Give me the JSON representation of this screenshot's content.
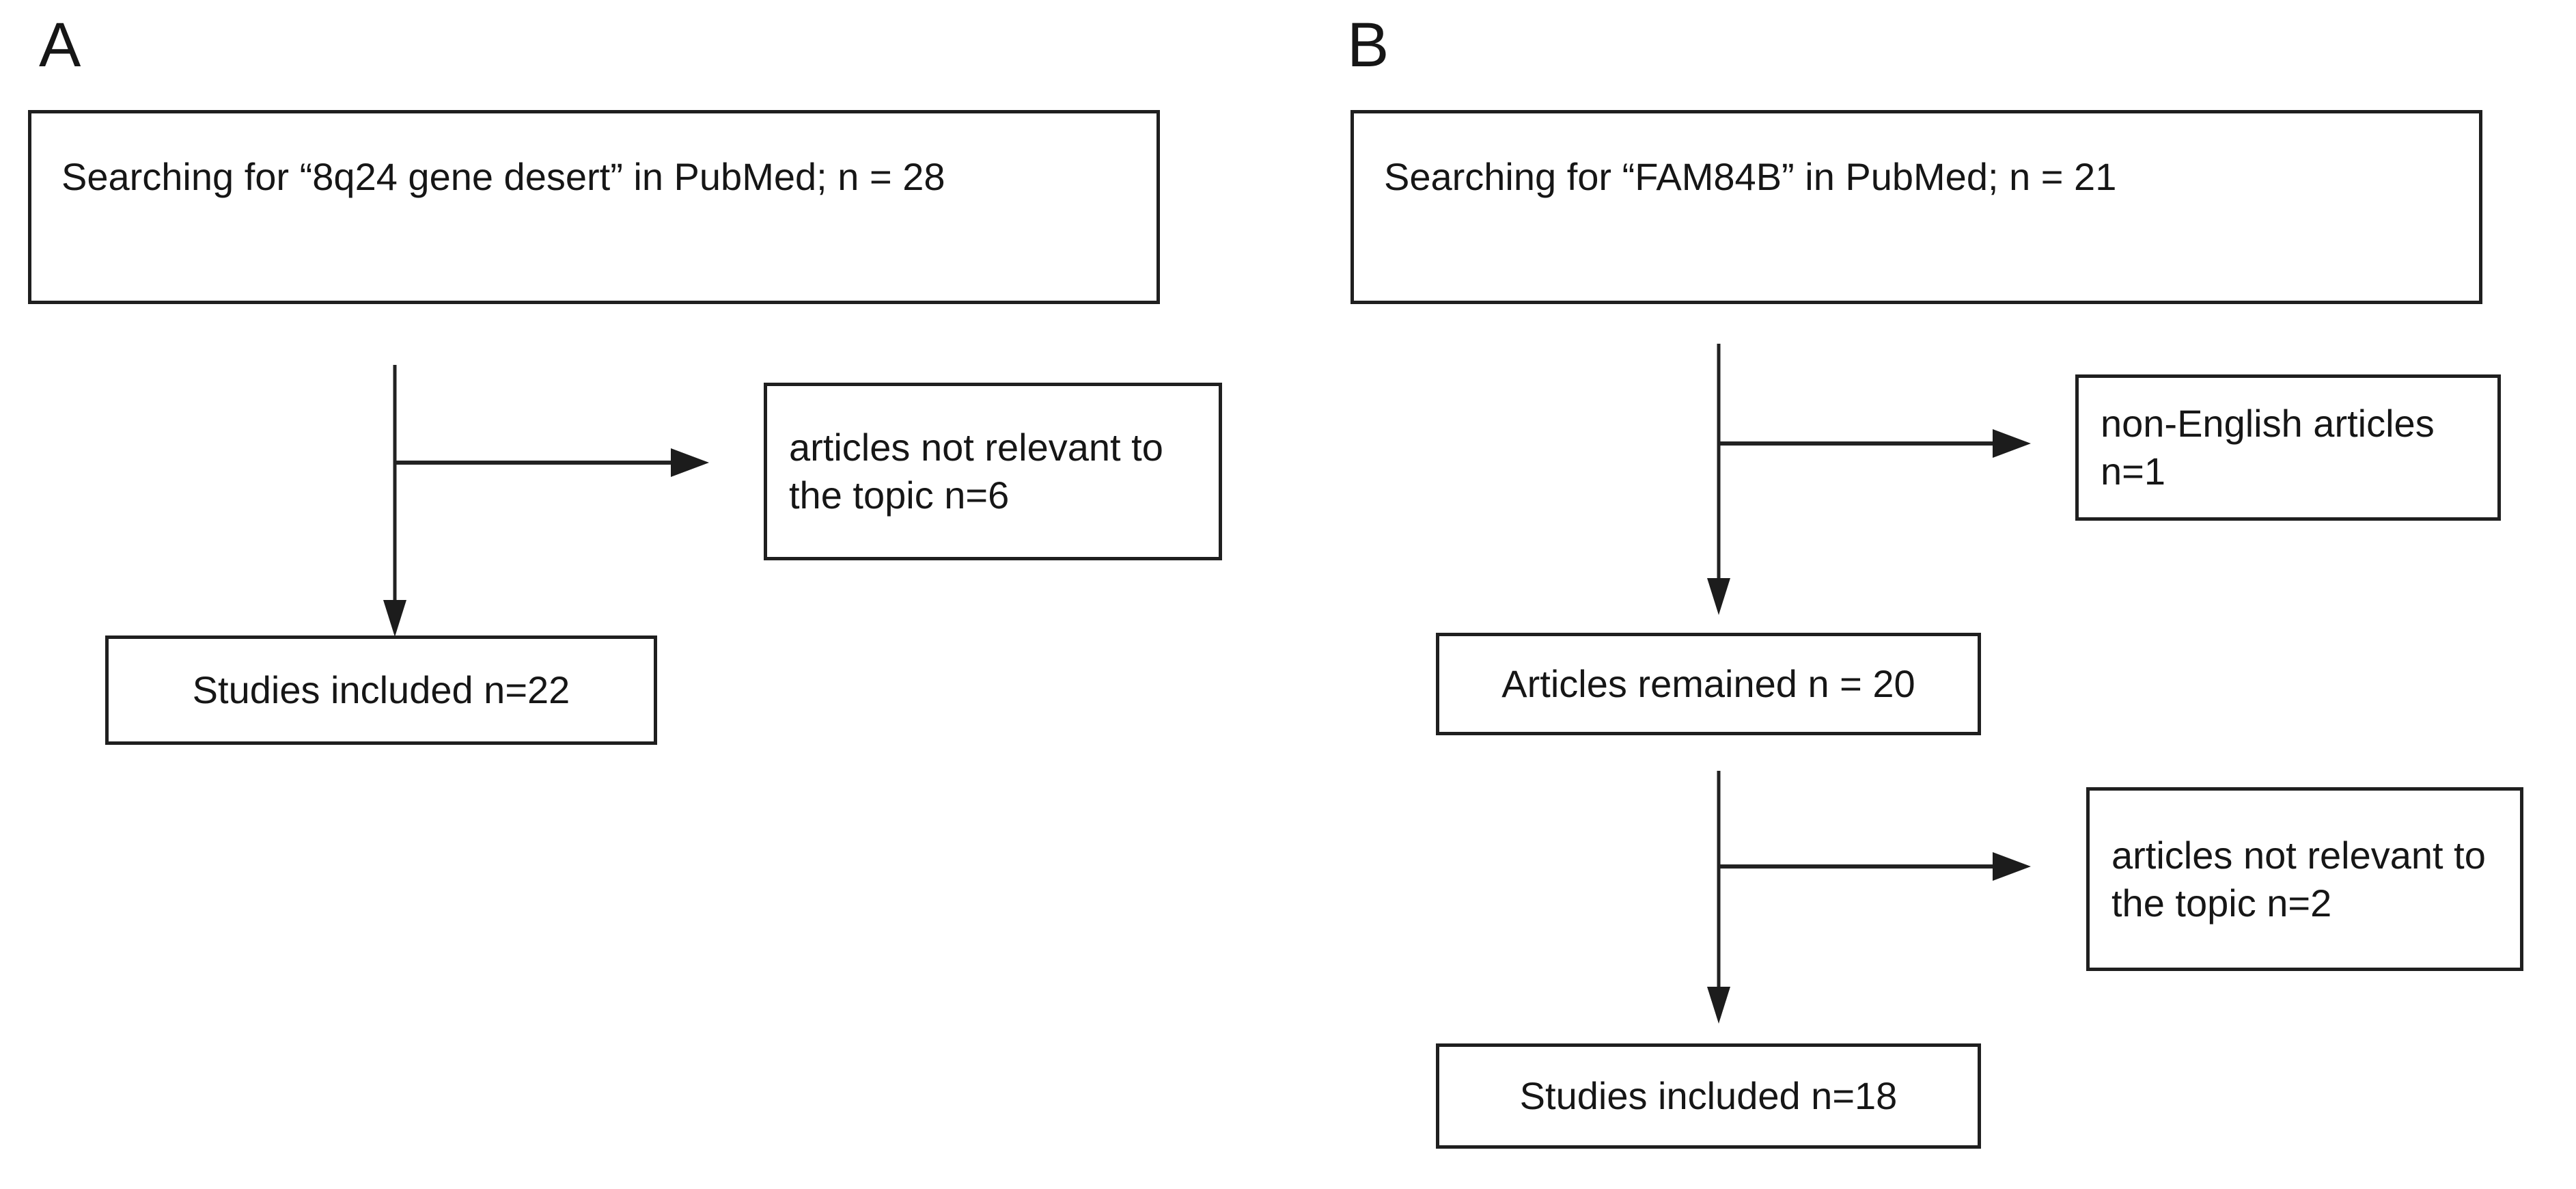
{
  "figure": {
    "type": "flow-diagram",
    "background": "#ffffff",
    "ink_color": "#1a1a1a",
    "border_color": "#1f1f1f"
  },
  "panels": [
    {
      "label": "A",
      "boxes": {
        "search": "Searching for “8q24 gene desert” in PubMed; n = 28",
        "excluded_line1": "articles not relevant to",
        "excluded_line2": "the topic n=6",
        "included": "Studies included n=22"
      }
    },
    {
      "label": "B",
      "boxes": {
        "search": "Searching for “FAM84B” in PubMed; n = 21",
        "excluded1_line1": "non-English articles",
        "excluded1_line2": "n=1",
        "remained": "Articles remained n = 20",
        "excluded2_line1": "articles not relevant to",
        "excluded2_line2": "the topic n=2",
        "included": "Studies included n=18"
      }
    }
  ]
}
